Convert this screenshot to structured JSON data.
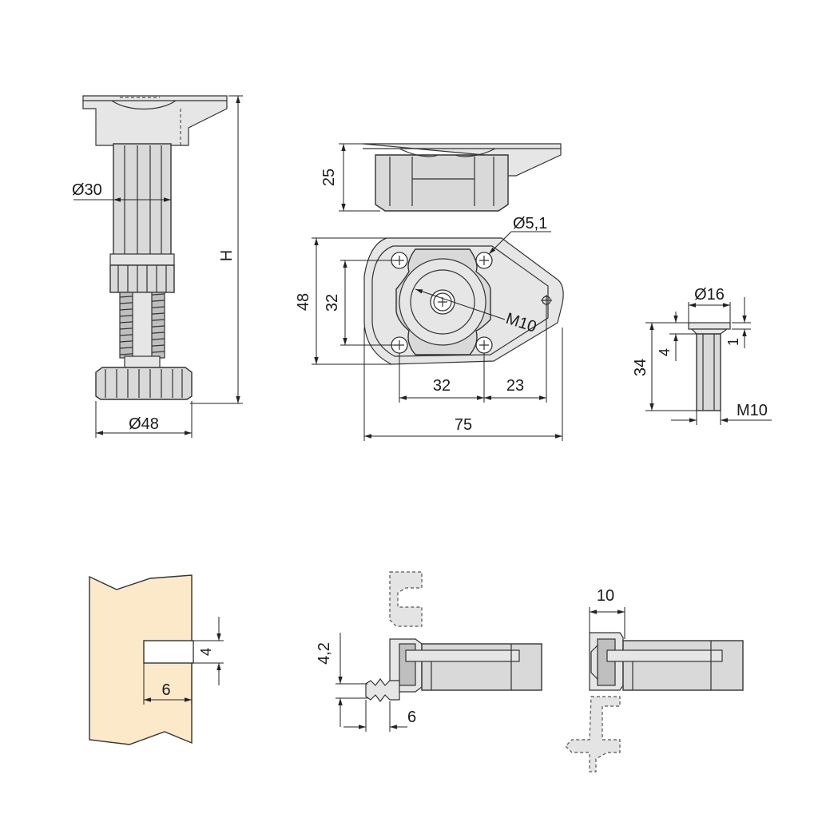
{
  "labels": {
    "leg_diameter": "Ø30",
    "leg_height": "H",
    "foot_diameter": "Ø48",
    "bracket_height": "25",
    "hole_diameter": "Ø5,1",
    "thread": "M10",
    "plate_height": "48",
    "hole_spacing_v": "32",
    "hole_spacing_h": "32",
    "offset": "23",
    "plate_width": "75",
    "bolt_head_diameter": "Ø16",
    "bolt_head_height": "1",
    "bolt_shoulder": "4",
    "bolt_length": "34",
    "bolt_thread": "M10",
    "groove_height": "4",
    "groove_depth": "6",
    "clip_offset": "4,2",
    "clip_depth": "6",
    "clip_width": "10"
  },
  "colors": {
    "wood": "#fbe9c9",
    "part": "#d9d9d9",
    "line": "#333333"
  }
}
